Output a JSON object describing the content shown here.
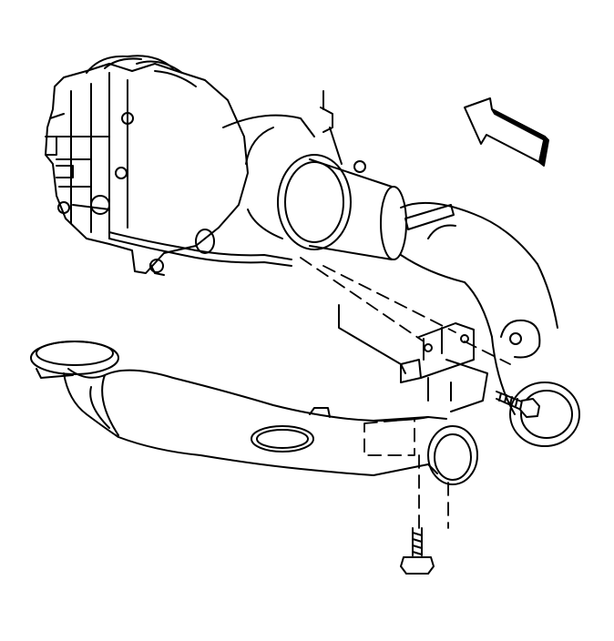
{
  "figure": {
    "background": "#ffffff",
    "ink": "#000000",
    "components": [
      "engine-block",
      "exhaust-manifold",
      "converter-inlet-pipe",
      "exhaust-pipe",
      "hanger-bracket",
      "hanger-bolt",
      "mounting-bolt",
      "front-direction-arrow"
    ]
  }
}
